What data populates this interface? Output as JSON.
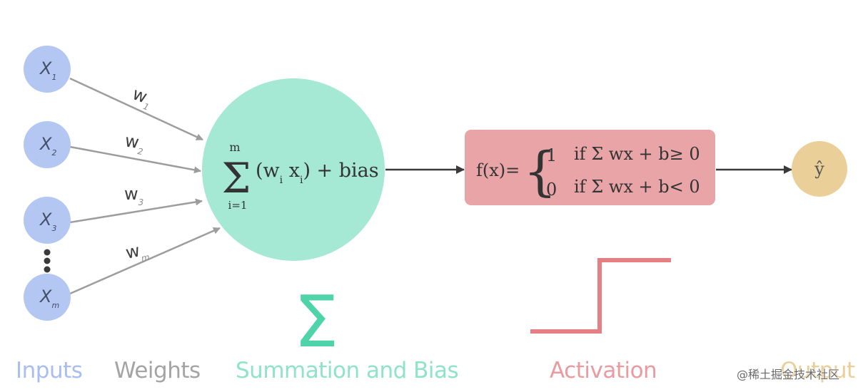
{
  "colors": {
    "input": "#b3c7f2",
    "input_text": "#43506a",
    "summation": "#a5e8d3",
    "summation_accent": "#4fd3a8",
    "activation": "#e9a4a7",
    "activation_accent": "#e67f84",
    "output": "#ebcf99",
    "weights_label": "#a4a4a4",
    "arrow": "#9d9d9d",
    "dark_arrow": "#3a3a3a"
  },
  "inputs": [
    {
      "base": "X",
      "sub": "1"
    },
    {
      "base": "X",
      "sub": "2"
    },
    {
      "base": "X",
      "sub": "3"
    },
    {
      "base": "X",
      "sub": "m"
    }
  ],
  "weights": [
    {
      "base": "w",
      "sub": "1"
    },
    {
      "base": "w",
      "sub": "2"
    },
    {
      "base": "w",
      "sub": "3"
    },
    {
      "base": "w",
      "sub": "m"
    }
  ],
  "summation": {
    "sigma": "Σ",
    "upper": "m",
    "lower": "i=1",
    "open": "(w",
    "w_sub": "i",
    "x_base": " x",
    "x_sub": "i",
    "close": ") + bias",
    "icon_sigma": "Σ"
  },
  "activation": {
    "prefix": "f(x)=",
    "brace": "{",
    "case1_value": "1",
    "case1_cond": "if Σ wx + b≥ 0",
    "case2_value": "0",
    "case2_cond": "if Σ wx + b< 0",
    "icon": "step-function-icon"
  },
  "output": {
    "symbol": "ŷ"
  },
  "labels": {
    "inputs": "Inputs",
    "weights": "Weights",
    "summation": "Summation and Bias",
    "activation": "Activation",
    "output": "Output"
  },
  "watermark": "@稀土掘金技术社区"
}
